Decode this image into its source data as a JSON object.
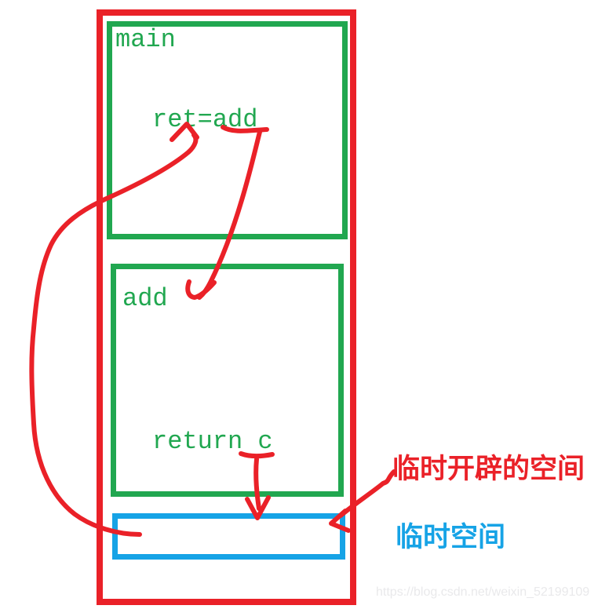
{
  "diagram": {
    "main_frame_label": "main",
    "ret_assignment": "ret=add",
    "add_frame_label": "add",
    "return_statement": "return c",
    "annotation_temp_created": "临时开辟的空间",
    "annotation_temp_space": "临时空间",
    "watermark": "https://blog.csdn.net/weixin_52199109"
  },
  "colors": {
    "red": "#ea2128",
    "green": "#21a750",
    "blue": "#16a3e6",
    "watermark_gray": "#e9e9eb"
  }
}
